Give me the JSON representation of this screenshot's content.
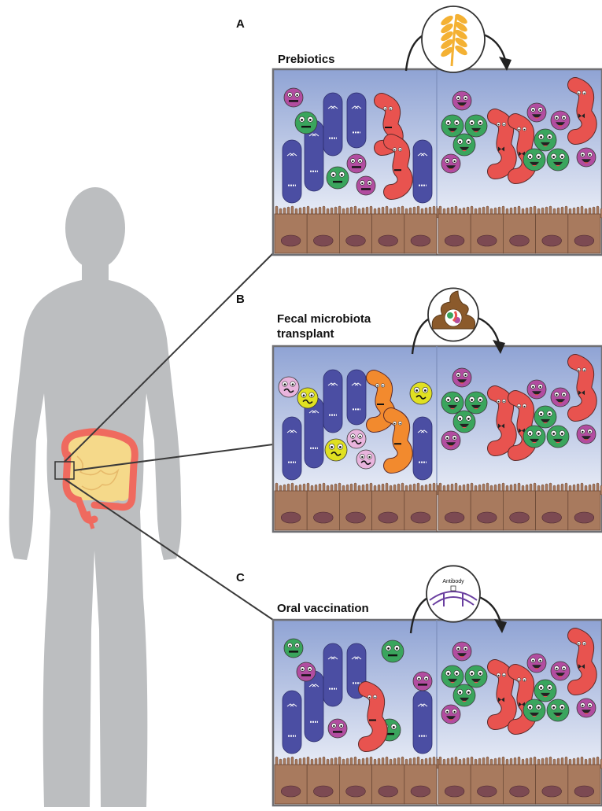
{
  "figure": {
    "panels": [
      {
        "id": "A",
        "letter": "A",
        "title_lines": [
          "Prebiotics"
        ],
        "intervention_icon": "wheat-icon",
        "badge_text": ""
      },
      {
        "id": "B",
        "letter": "B",
        "title_lines": [
          "Fecal microbiota",
          "transplant"
        ],
        "intervention_icon": "stool-icon",
        "badge_text": ""
      },
      {
        "id": "C",
        "letter": "C",
        "title_lines": [
          "Oral vaccination"
        ],
        "intervention_icon": "antibody-icon",
        "badge_text": "Antibody"
      }
    ],
    "colors": {
      "body_silhouette": "#bcbec0",
      "intestine": "#ef6a5f",
      "blue_rod": "#4b4ea3",
      "green_cocci": "#3aa55d",
      "purple_cocci": "#b24da0",
      "red_curved": "#e8534f",
      "orange_curved": "#f28a2e",
      "yellow_cocci": "#e0e021",
      "pink_cocci": "#e9b4dd",
      "epithelium": "#a87a5e",
      "nucleus": "#7c4a52",
      "lumen_top": "#8fa3d4",
      "lumen_bottom": "#ffffff",
      "panel_border": "#6f6f73"
    }
  }
}
